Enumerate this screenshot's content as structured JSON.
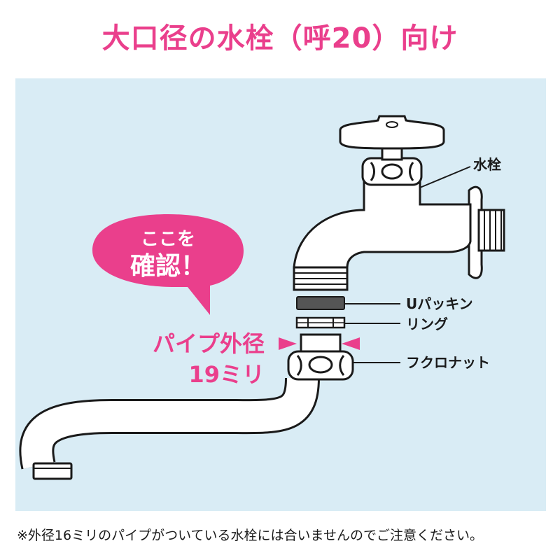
{
  "title": "大口径の水栓（呼20）向け",
  "callout": {
    "line1": "ここを",
    "line2": "確認！"
  },
  "pipe_size": {
    "line1": "パイプ外径",
    "line2": "19ミリ"
  },
  "labels": {
    "faucet": "水栓",
    "u_packing": "Uパッキン",
    "ring": "リング",
    "nut": "フクロナット"
  },
  "note": "※外径16ミリのパイプがついている水栓には合いませんのでご注意ください。",
  "colors": {
    "accent": "#ea3f8c",
    "panel": "#d9ecf5",
    "outline": "#1a1a1a",
    "packing": "#555555"
  }
}
